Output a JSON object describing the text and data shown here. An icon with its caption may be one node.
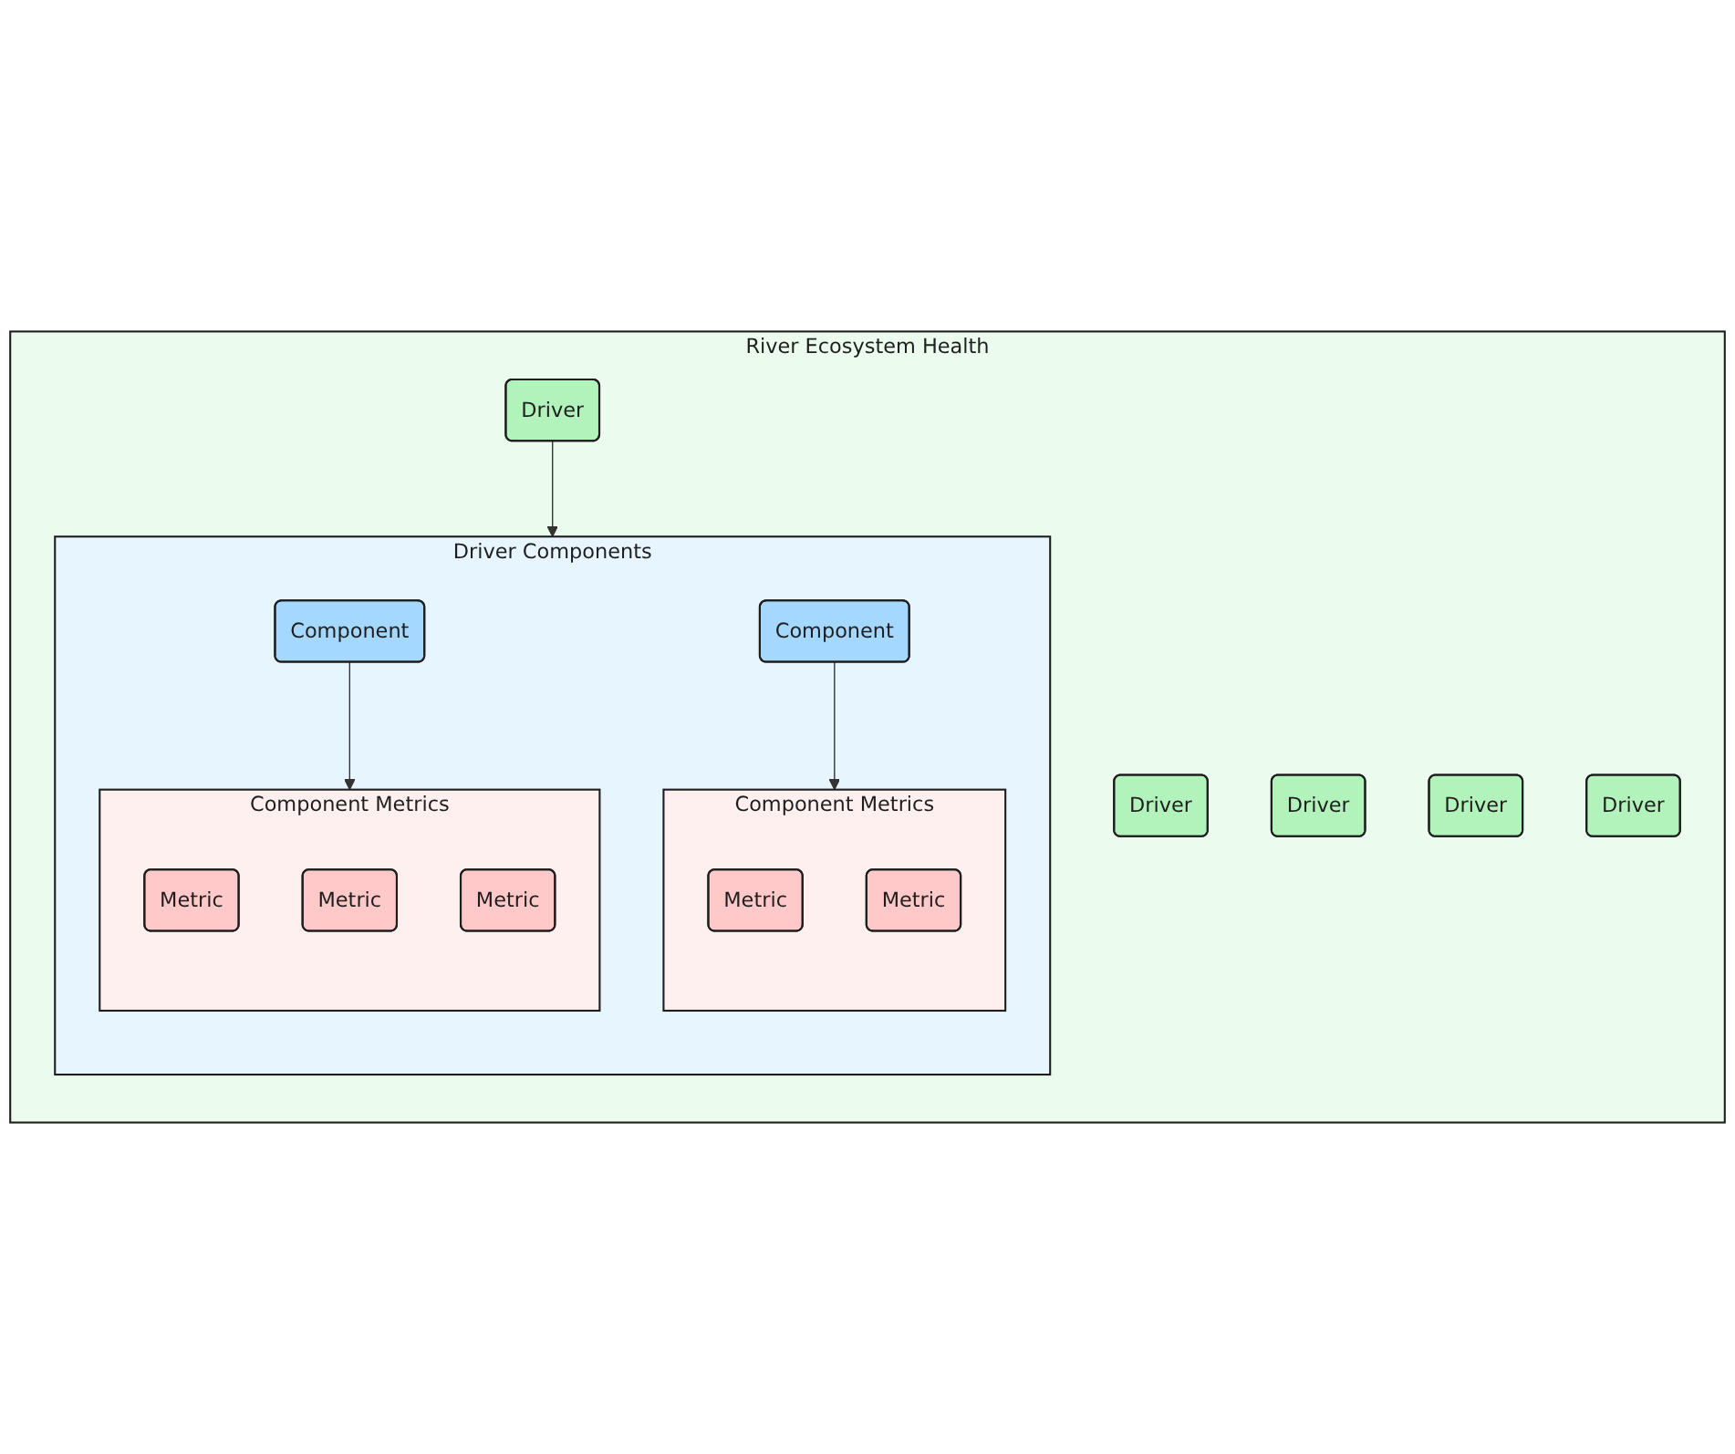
{
  "diagram": {
    "nodes": [
      {
        "text": [
          "River Ecosystem Health"
        ]
      },
      {
        "text": [
          "Driver"
        ],
        "in": 0
      },
      {
        "text": [
          "Driver"
        ],
        "in": 0
      },
      {
        "text": [
          "Driver"
        ],
        "in": 0
      },
      {
        "text": [
          "Driver"
        ],
        "in": 0
      },
      {
        "text": [
          "Driver"
        ],
        "in": 0
      },
      {
        "text": [
          "Driver Components"
        ],
        "in": 0
      },
      {
        "text": [
          "Component"
        ],
        "in": 6
      },
      {
        "text": [
          "Component Metrics"
        ],
        "in": 6
      },
      {
        "text": [
          "Metric"
        ],
        "in": 8
      },
      {
        "text": [
          "Metric"
        ],
        "in": 8
      },
      {
        "text": [
          "Component"
        ],
        "in": 6
      },
      {
        "text": [
          "Component Metrics"
        ],
        "in": 6
      },
      {
        "text": [
          "Metric"
        ],
        "in": 12
      },
      {
        "text": [
          "Metric"
        ],
        "in": 12
      },
      {
        "text": [
          "Metric"
        ],
        "in": 12
      }
    ],
    "edges": [
      {
        "from": 2,
        "to": 6,
        "arrow": "to"
      },
      {
        "from": 7,
        "to": 8,
        "arrow": "to"
      },
      {
        "from": 11,
        "to": 12,
        "arrow": "to"
      }
    ]
  }
}
